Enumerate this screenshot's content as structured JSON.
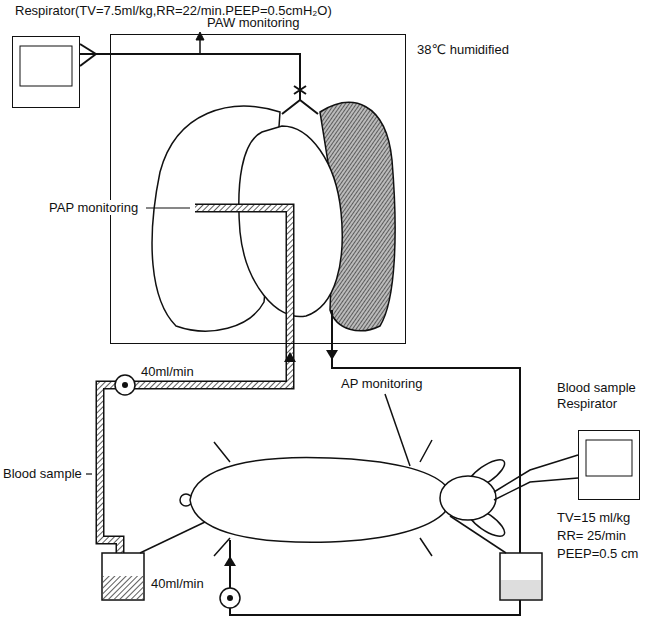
{
  "diagram": {
    "nodes": [
      {
        "text": [
          "Respirator(TV=7.5ml/kg,RR=22/min,PEEP=0.5cmH₂O)"
        ]
      },
      {
        "text": [
          "38℃ humidified"
        ]
      },
      {
        "text": [
          "TV=15 ml/kg RR= 25/min PEEP=0.5 cm"
        ]
      }
    ],
    "edges": [
      {
        "from": 0,
        "to": 1,
        "arrow": "none"
      }
    ],
    "labels": [
      "PAW monitoring",
      "PAP monitoring",
      "40ml/min",
      "AP monitoring",
      "Blood sample",
      "Blood sample",
      "Respirator",
      "40ml/min"
    ]
  }
}
